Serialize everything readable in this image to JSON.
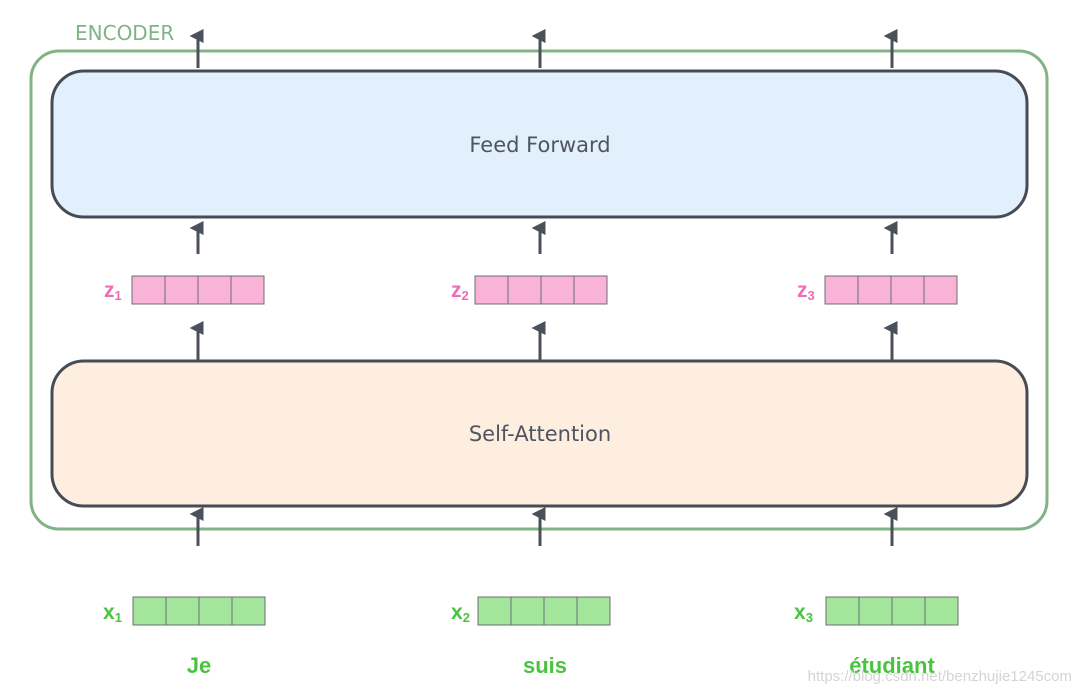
{
  "encoder": {
    "title": "ENCODER",
    "border_color": "#82b386"
  },
  "feed_forward": {
    "label": "Feed Forward",
    "fill_color": "#e2f0fd"
  },
  "self_attention": {
    "label": "Self-Attention",
    "fill_color": "#fdeee0"
  },
  "z_vectors": [
    {
      "name": "z",
      "subscript": "1"
    },
    {
      "name": "z",
      "subscript": "2"
    },
    {
      "name": "z",
      "subscript": "3"
    }
  ],
  "x_vectors": [
    {
      "name": "x",
      "subscript": "1"
    },
    {
      "name": "x",
      "subscript": "2"
    },
    {
      "name": "x",
      "subscript": "3"
    }
  ],
  "words": [
    "Je",
    "suis",
    "étudiant"
  ],
  "colors": {
    "z_cell": "#f9b3d7",
    "z_label": "#f16cb4",
    "x_cell": "#a3e59a",
    "x_label": "#49c440",
    "arrow": "#4b515b",
    "block_border": "#464b56"
  },
  "watermark": "https://blog.csdn.net/benzhujie1245com"
}
